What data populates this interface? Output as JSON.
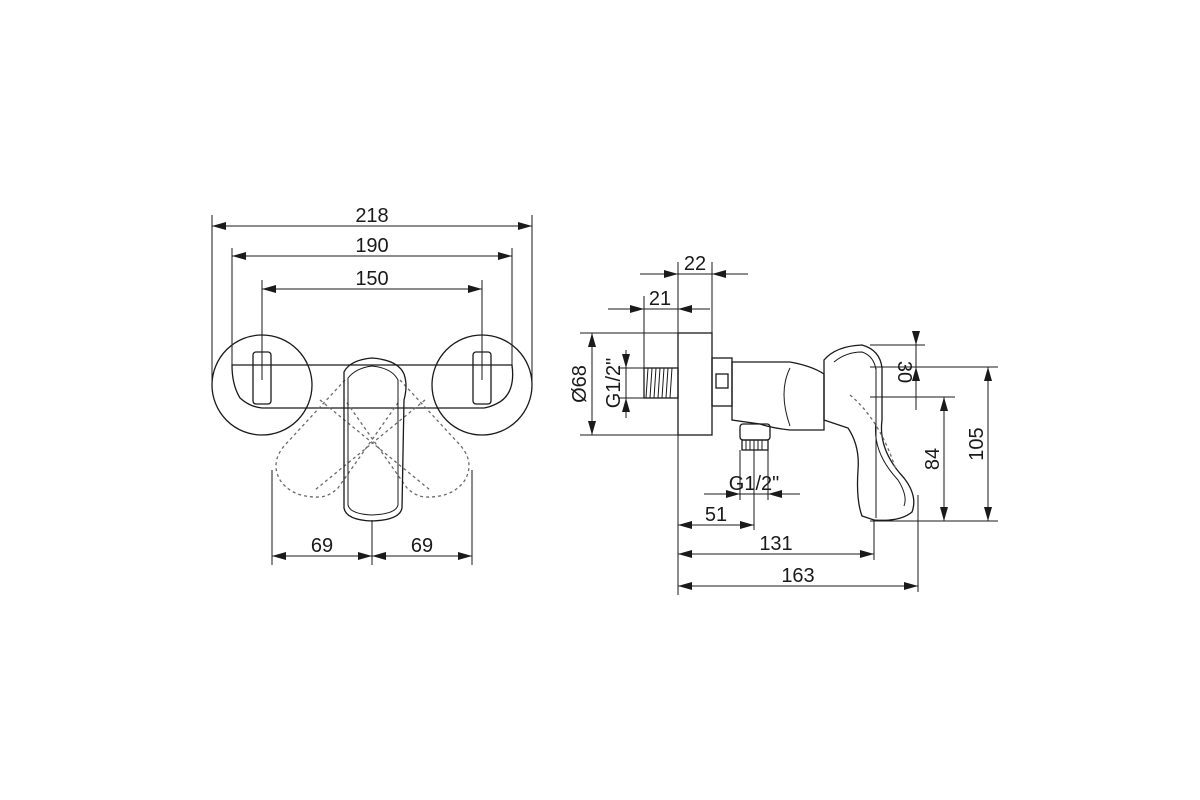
{
  "front_view": {
    "dim_overall_width": "218",
    "dim_outer_connection": "190",
    "dim_connection_spacing": "150",
    "dim_handle_swing_left": "69",
    "dim_handle_swing_right": "69"
  },
  "side_view": {
    "dim_depth_22": "22",
    "dim_depth_21": "21",
    "dim_diameter": "Ø68",
    "dim_inlet_thread": "G1/2\"",
    "dim_outlet_thread": "G1/2\"",
    "dim_outlet_offset": "51",
    "dim_body_depth": "131",
    "dim_total_depth": "163",
    "dim_handle_height": "30",
    "dim_outlet_height": "84",
    "dim_total_height": "105"
  },
  "colors": {
    "line": "#1a1a1a",
    "hidden_line": "#6a6a6a",
    "background": "#ffffff"
  }
}
